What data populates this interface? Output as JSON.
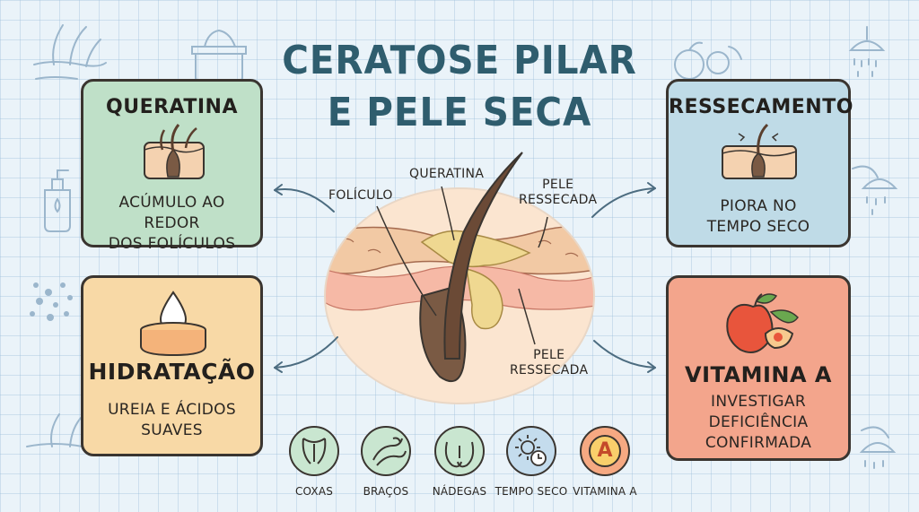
{
  "title": {
    "line1": "CERATOSE PILAR",
    "line2": "E PELE SECA"
  },
  "cards": {
    "queratina": {
      "heading": "QUERATINA",
      "line1": "ACÚMULO AO REDOR",
      "line2": "DOS FOLÍCULOS",
      "color": "#bfe0c8"
    },
    "hidratacao": {
      "heading": "HIDRATAÇÃO",
      "line1": "UREIA E ÁCIDOS",
      "line2": "SUAVES",
      "color": "#f8d9a6"
    },
    "ressecamento": {
      "heading": "RESSECAMENTO",
      "line1": "PIORA NO",
      "line2": "TEMPO SECO",
      "color": "#bfdbe7"
    },
    "vitamina": {
      "heading": "VITAMINA A",
      "line1": "INVESTIGAR",
      "line2": "DEFICIÊNCIA",
      "line3": "CONFIRMADA",
      "color": "#f3a58c"
    }
  },
  "diagram_labels": {
    "foliculo": "FOLÍCULO",
    "queratina": "QUERATINA",
    "pele_top_1": "PELE",
    "pele_top_2": "RESSECADA",
    "pele_bottom_1": "PELE",
    "pele_bottom_2": "RESSECADA"
  },
  "bottom_icons": [
    {
      "label": "COXAS",
      "icon": "thighs-icon",
      "color": "#c9e6d0"
    },
    {
      "label": "BRAÇOS",
      "icon": "arm-icon",
      "color": "#c9e6d0"
    },
    {
      "label": "NÁDEGAS",
      "icon": "buttocks-icon",
      "color": "#c9e6d0"
    },
    {
      "label": "TEMPO SECO",
      "icon": "dry-weather-icon",
      "color": "#c4dced"
    },
    {
      "label": "VITAMINA A",
      "icon": "vitamin-a-icon",
      "glyph": "A",
      "color": "#f6a982"
    }
  ]
}
